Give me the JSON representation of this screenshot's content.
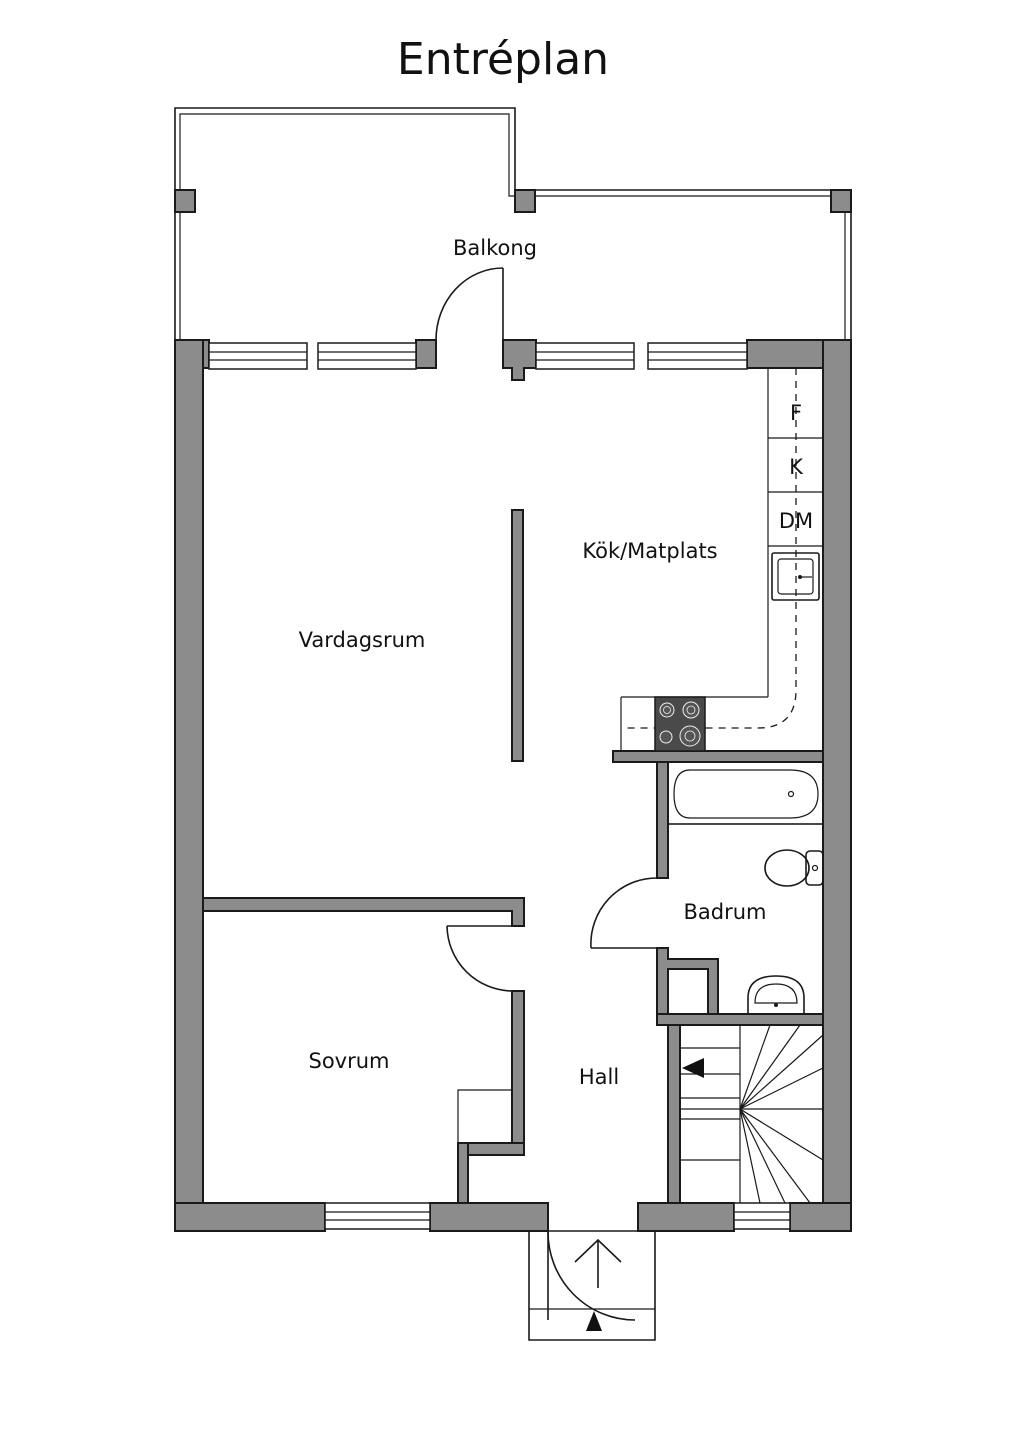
{
  "plan": {
    "title": "Entréplan",
    "rooms": {
      "balcony": "Balkong",
      "kitchen": "Kök/Matplats",
      "living": "Vardagsrum",
      "bathroom": "Badrum",
      "bedroom": "Sovrum",
      "hall": "Hall"
    },
    "appliances": {
      "fridge": "F",
      "freezer": "K",
      "dishwasher": "DM"
    }
  }
}
